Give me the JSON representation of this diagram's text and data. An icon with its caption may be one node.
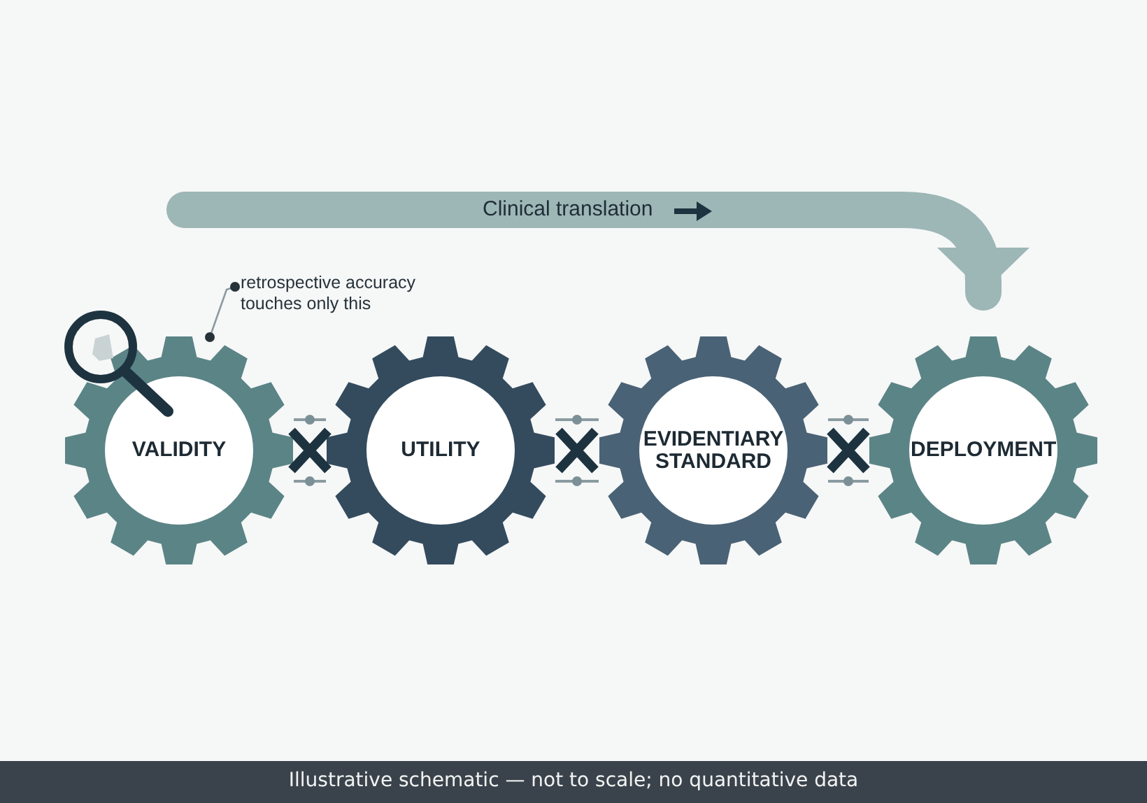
{
  "diagram": {
    "caption": "Illustrative schematic — not to scale; no quantitative data",
    "nodes": [
      {
        "text": [
          "retrospective accuracy touches only this"
        ]
      },
      {
        "text": [
          "VALIDITY"
        ]
      },
      {
        "text": [
          "UTILITY"
        ]
      },
      {
        "text": [
          "EVIDENTIARY STANDARD"
        ]
      },
      {
        "text": [
          "DEPLOYMENT"
        ]
      }
    ],
    "edges": [
      {
        "from": 0,
        "to": 1,
        "arrow": "other"
      },
      {
        "from": 1,
        "to": 2,
        "arrow": "none"
      },
      {
        "from": 2,
        "to": 3,
        "arrow": "none"
      },
      {
        "from": 3,
        "to": 4,
        "arrow": "none"
      },
      {
        "from": null,
        "to": 4,
        "arrow": "to",
        "label": "Clinical translation",
        "style": "thick",
        "color": "#9db6b6"
      }
    ]
  }
}
